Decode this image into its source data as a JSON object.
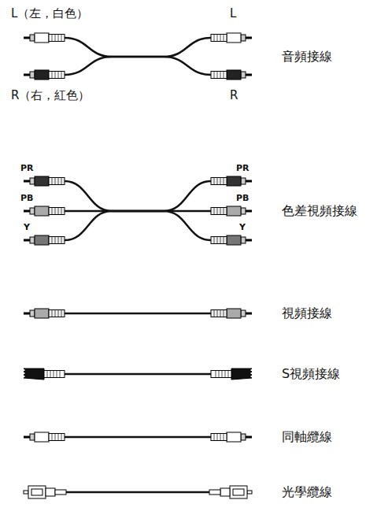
{
  "diagram": {
    "labels": [
      "L（左，白色）",
      "L",
      "音頻接線",
      "R（右，紅色）",
      "R",
      "PR",
      "PR",
      "PB",
      "PB",
      "Y",
      "Y",
      "色差視頻接線",
      "視頻接線",
      "S視頻接線",
      "同軸纜線",
      "光學纜線"
    ]
  }
}
